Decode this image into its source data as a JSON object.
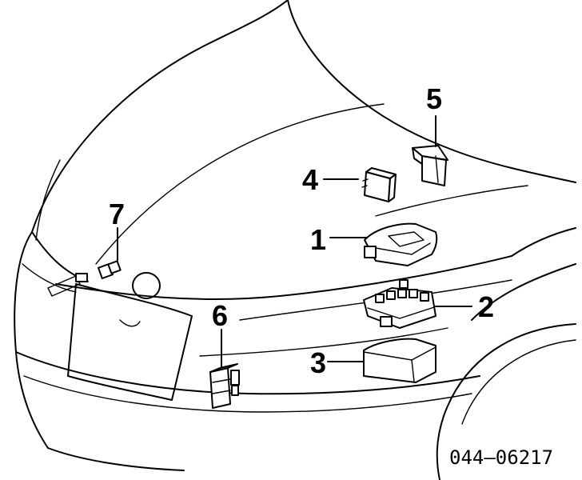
{
  "callouts": {
    "c1": "1",
    "c2": "2",
    "c3": "3",
    "c4": "4",
    "c5": "5",
    "c6": "6",
    "c7": "7"
  },
  "diagram_code": "044–06217"
}
